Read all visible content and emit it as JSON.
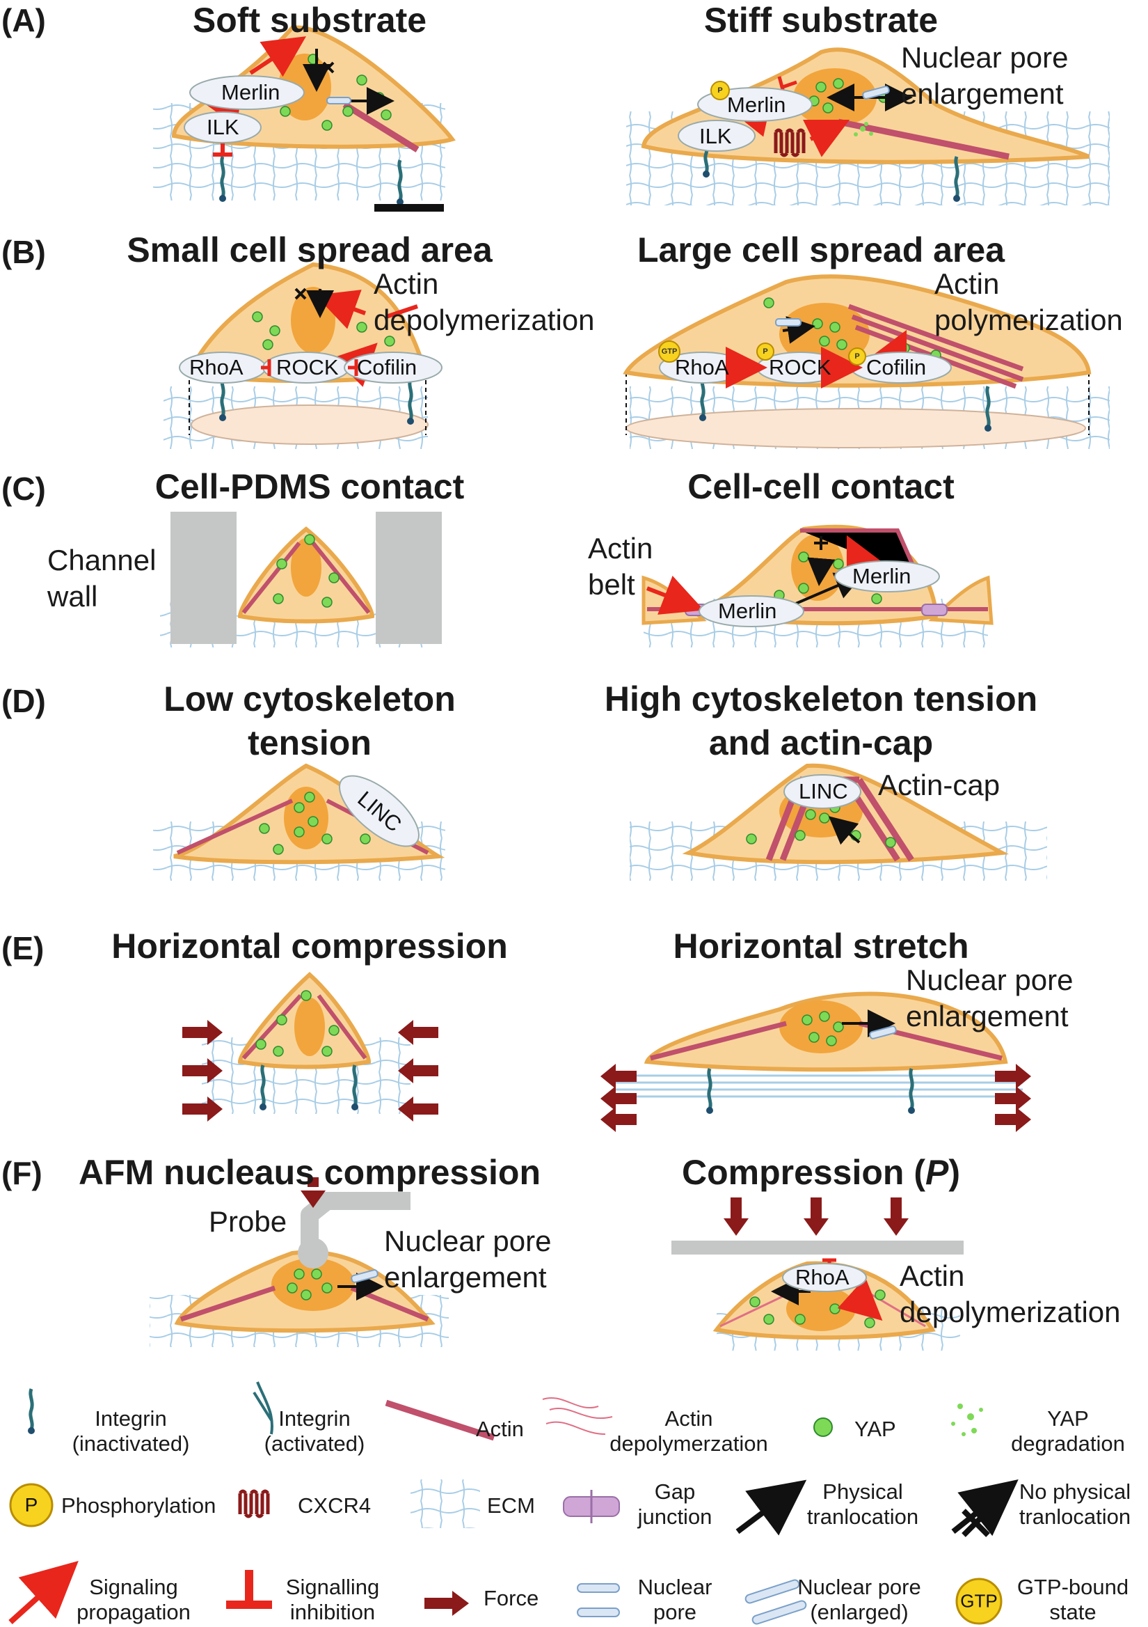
{
  "panels": {
    "A": {
      "tag": "(A)",
      "left": "Soft substrate",
      "right": "Stiff substrate"
    },
    "B": {
      "tag": "(B)",
      "left": "Small cell spread area",
      "right": "Large cell spread area"
    },
    "C": {
      "tag": "(C)",
      "left": "Cell-PDMS contact",
      "right": "Cell-cell contact"
    },
    "D": {
      "tag": "(D)",
      "left_line1": "Low cytoskeleton",
      "left_line2": "tension",
      "right_line1": "High cytoskeleton tension",
      "right_line2": "and actin-cap"
    },
    "E": {
      "tag": "(E)",
      "left": "Horizontal compression",
      "right": "Horizontal stretch"
    },
    "F": {
      "tag": "(F)",
      "left": "AFM nucleaus compression",
      "right_prefix": "Compression (",
      "right_var": "P",
      "right_suffix": ")"
    }
  },
  "annotations": {
    "nuclear_pore_line1": "Nuclear pore",
    "nuclear_pore_line2": "enlargement",
    "actin": "Actin",
    "depolymerization": "depolymerization",
    "polymerization": "polymerization",
    "channel": "Channel",
    "wall": "wall",
    "belt": "belt",
    "actin_cap": "Actin-cap",
    "probe": "Probe"
  },
  "molecules": {
    "merlin": "Merlin",
    "ilk": "ILK",
    "rhoa": "RhoA",
    "rock": "ROCK",
    "cofilin": "Cofilin",
    "linc": "LINC",
    "p": "P",
    "gtp": "GTP"
  },
  "legend": {
    "integrin_inactive_1": "Integrin",
    "integrin_inactive_2": "(inactivated)",
    "integrin_active_1": "Integrin",
    "integrin_active_2": "(activated)",
    "actin": "Actin",
    "actin_depoly_1": "Actin",
    "actin_depoly_2": "depolymerzation",
    "yap": "YAP",
    "yap_deg_1": "YAP",
    "yap_deg_2": "degradation",
    "phosphorylation": "Phosphorylation",
    "cxcr4": "CXCR4",
    "ecm": "ECM",
    "gap_1": "Gap",
    "gap_2": "junction",
    "phys_1": "Physical",
    "phys_2": "tranlocation",
    "nophys_1": "No physical",
    "nophys_2": "tranlocation",
    "sigprop_1": "Signaling",
    "sigprop_2": "propagation",
    "siginh_1": "Signalling",
    "siginh_2": "inhibition",
    "force": "Force",
    "pore_1": "Nuclear",
    "pore_2": "pore",
    "pore_enl_1": "Nuclear pore",
    "pore_enl_2": "(enlarged)",
    "gtp_1": "GTP-bound",
    "gtp_2": "state"
  },
  "colors": {
    "cell": "#f9d49a",
    "cell_edge": "#e9a94c",
    "nucleus": "#f2a53c",
    "yap": "#7ed957",
    "actin": "#c0506b",
    "arrow_red": "#e8261c",
    "force": "#8b1a1a",
    "ecm": "#a8cde6",
    "wall": "#c4c7c6"
  }
}
